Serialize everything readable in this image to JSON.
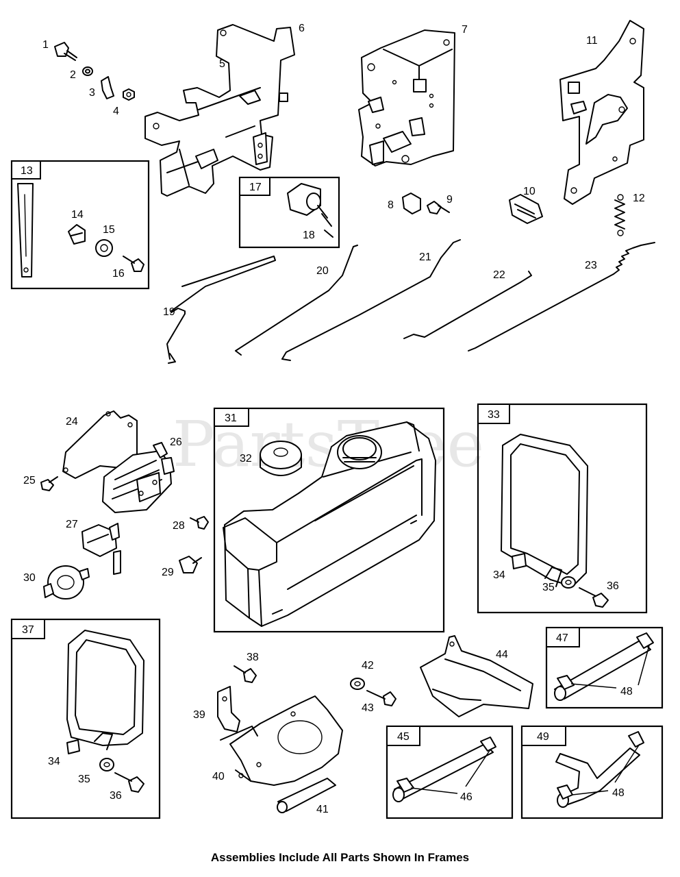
{
  "watermark": "PartsTree",
  "caption": "Assemblies Include All Parts Shown In Frames",
  "callouts": [
    "1",
    "2",
    "3",
    "4",
    "5",
    "6",
    "7",
    "8",
    "9",
    "10",
    "11",
    "12",
    "14",
    "15",
    "16",
    "18",
    "19",
    "20",
    "21",
    "22",
    "23",
    "24",
    "25",
    "26",
    "27",
    "28",
    "29",
    "30",
    "32",
    "34",
    "35",
    "36",
    "38",
    "39",
    "40",
    "41",
    "42",
    "43",
    "44",
    "46",
    "48"
  ],
  "frames": [
    {
      "label": "13",
      "parts": [
        "14",
        "15",
        "16"
      ]
    },
    {
      "label": "17",
      "parts": [
        "18"
      ]
    },
    {
      "label": "31",
      "parts": [
        "32"
      ]
    },
    {
      "label": "33",
      "parts": [
        "34",
        "35",
        "36"
      ]
    },
    {
      "label": "37",
      "parts": [
        "34",
        "35",
        "36"
      ]
    },
    {
      "label": "47",
      "parts": [
        "48"
      ]
    },
    {
      "label": "45",
      "parts": [
        "46"
      ]
    },
    {
      "label": "49",
      "parts": [
        "48"
      ]
    }
  ],
  "labels": {
    "n1": "1",
    "n2": "2",
    "n3": "3",
    "n4": "4",
    "n5": "5",
    "n6": "6",
    "n7": "7",
    "n8": "8",
    "n9": "9",
    "n10": "10",
    "n11": "11",
    "n12": "12",
    "n13": "13",
    "n14": "14",
    "n15": "15",
    "n16": "16",
    "n17": "17",
    "n18": "18",
    "n19": "19",
    "n20": "20",
    "n21": "21",
    "n22": "22",
    "n23": "23",
    "n24": "24",
    "n25": "25",
    "n26": "26",
    "n27": "27",
    "n28": "28",
    "n29": "29",
    "n30": "30",
    "n31": "31",
    "n32": "32",
    "n33": "33",
    "n34a": "34",
    "n35a": "35",
    "n36a": "36",
    "n37": "37",
    "n34b": "34",
    "n35b": "35",
    "n36b": "36",
    "n38": "38",
    "n39": "39",
    "n40": "40",
    "n41": "41",
    "n42": "42",
    "n43": "43",
    "n44": "44",
    "n45": "45",
    "n46": "46",
    "n47": "47",
    "n48a": "48",
    "n49": "49",
    "n48b": "48"
  }
}
